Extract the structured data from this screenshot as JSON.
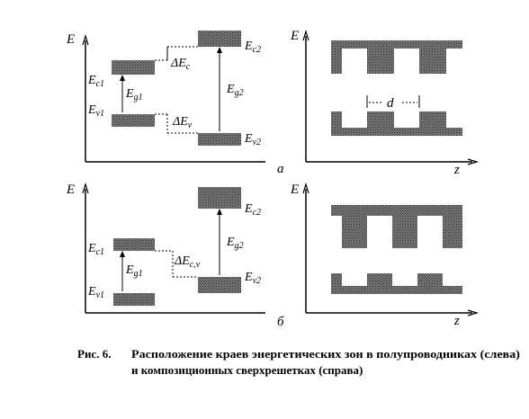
{
  "panels": {
    "top_left": {
      "axis_label": "E",
      "labels": {
        "ec1": "E",
        "ec1_sub": "c1",
        "ev1": "E",
        "ev1_sub": "v1",
        "ec2": "E",
        "ec2_sub": "c2",
        "ev2": "E",
        "ev2_sub": "v2",
        "eg1": "E",
        "eg1_sub": "g1",
        "eg2": "E",
        "eg2_sub": "g2",
        "dec": "ΔE",
        "dec_sub": "c",
        "dev": "ΔE",
        "dev_sub": "v"
      }
    },
    "top_right": {
      "axis_y": "E",
      "axis_x": "z",
      "period": "d",
      "panel_letter": "a"
    },
    "bottom_left": {
      "axis_label": "E",
      "labels": {
        "ec1": "E",
        "ec1_sub": "c1",
        "ev1": "E",
        "ev1_sub": "v1",
        "ec2": "E",
        "ec2_sub": "c2",
        "ev2": "E",
        "ev2_sub": "v2",
        "eg1": "E",
        "eg1_sub": "g1",
        "eg2": "E",
        "eg2_sub": "g2",
        "decv": "ΔE",
        "decv_sub": "c,v"
      }
    },
    "bottom_right": {
      "axis_y": "E",
      "axis_x": "z",
      "panel_letter": "б"
    }
  },
  "caption": {
    "prefix": "Рис. 6.",
    "line1": "Расположение краев энергетических зон в полупроводниках (слева)",
    "line2": "и композиционных сверхрешетках (справа)"
  },
  "colors": {
    "hatch": "#555555",
    "ink": "#000000"
  }
}
